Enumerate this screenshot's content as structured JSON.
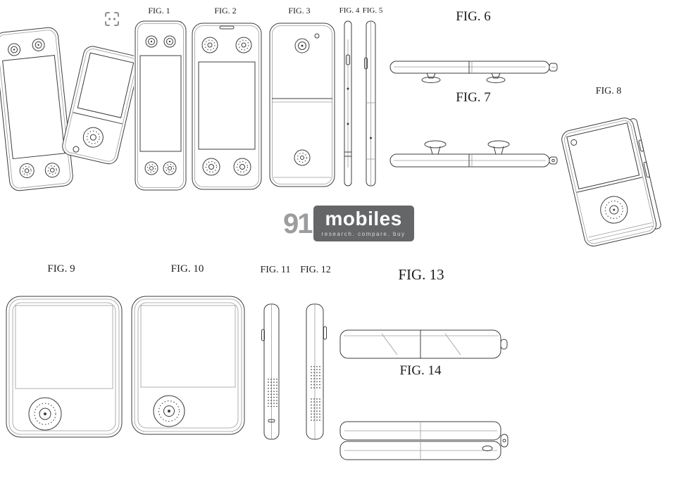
{
  "figures": {
    "fig1": "FIG. 1",
    "fig2": "FIG. 2",
    "fig3": "FIG. 3",
    "fig4": "FIG. 4",
    "fig5": "FIG. 5",
    "fig6": "FIG. 6",
    "fig7": "FIG. 7",
    "fig8": "FIG. 8",
    "fig9": "FIG. 9",
    "fig10": "FIG. 10",
    "fig11": "FIG. 11",
    "fig12": "FIG. 12",
    "fig13": "FIG. 13",
    "fig14": "FIG. 14"
  },
  "watermark": {
    "prefix": "91",
    "name": "mobiles",
    "tagline": "research. compare. buy"
  },
  "colors": {
    "line": "#3c3c3c",
    "watermark_bg": "#58595b",
    "watermark_text": "#ffffff",
    "watermark_prefix": "#9c9d9e"
  },
  "icons": {
    "screenshot_region": "screenshot-region-icon"
  }
}
